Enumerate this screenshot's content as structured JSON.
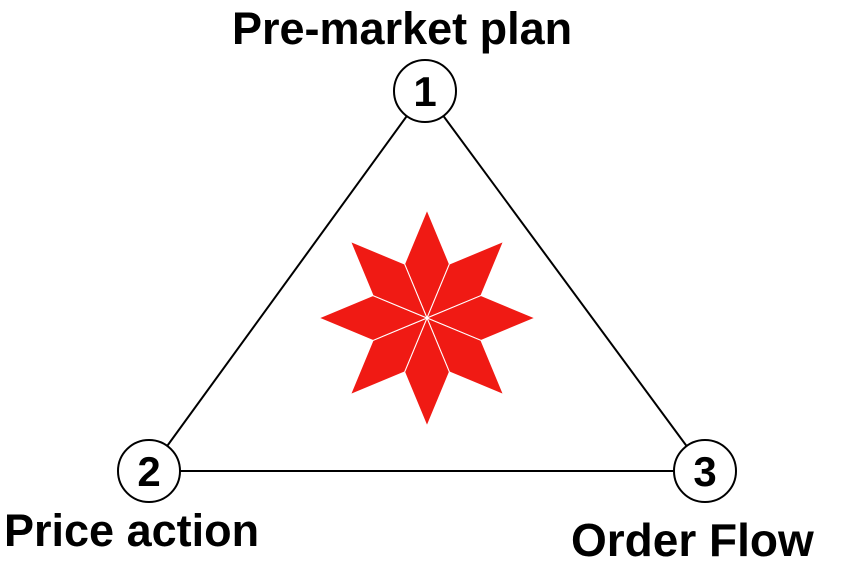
{
  "diagram": {
    "nodes": [
      {
        "number": "1",
        "label": "Pre-market plan"
      },
      {
        "number": "2",
        "label": "Price action"
      },
      {
        "number": "3",
        "label": "Order Flow"
      }
    ],
    "center_symbol": "eight-point-star-icon",
    "colors": {
      "line": "#000000",
      "node_fill": "#ffffff",
      "star": "#f01a14",
      "star_inner_lines": "#ffffff"
    }
  }
}
